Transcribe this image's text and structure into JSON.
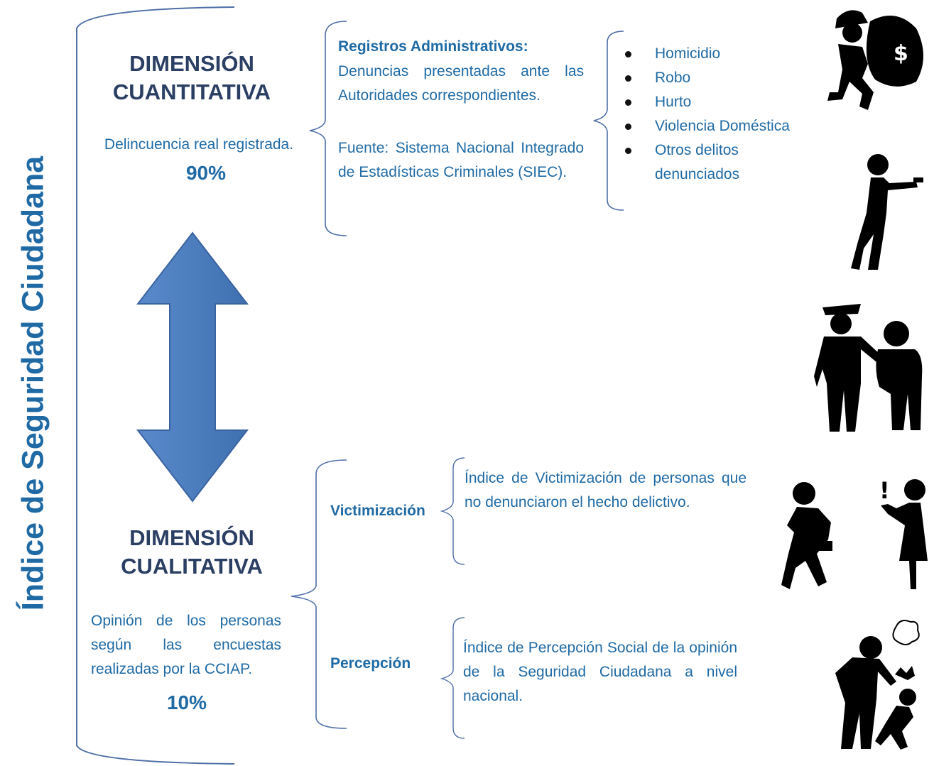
{
  "main_title": "Índice de Seguridad Ciudadana",
  "quantitative": {
    "title_line1": "DIMENSIÓN",
    "title_line2": "CUANTITATIVA",
    "description": "Delincuencia real registrada.",
    "percent": "90%",
    "registros_label": "Registros Administrativos:",
    "registros_text": "Denuncias presentadas ante las Autoridades correspondientes.",
    "fuente_text": "Fuente: Sistema Nacional Integrado de Estadísticas Criminales (SIEC).",
    "crimes": [
      "Homicidio",
      "Robo",
      "Hurto",
      "Violencia Doméstica",
      "Otros delitos denunciados"
    ]
  },
  "qualitative": {
    "title_line1": "DIMENSIÓN",
    "title_line2": "CUALITATIVA",
    "description": "Opinión de los personas según las encuestas realizadas por la CCIAP.",
    "percent": "10%",
    "victimizacion_label": "Victimización",
    "victimizacion_text": "Índice de Victimización de personas que no denunciaron el  hecho delictivo.",
    "percepcion_label": "Percepción",
    "percepcion_text": "Índice de Percepción Social de la opinión de la Seguridad Ciudadana a nivel nacional."
  },
  "icons": [
    "thief-with-money-bag-icon",
    "gunman-icon",
    "police-arrest-icon",
    "purse-snatching-icon",
    "assault-icon"
  ],
  "colors": {
    "title_blue": "#1f6aa5",
    "dark_navy": "#2a3f63",
    "arrow_blue": "#4f81bd",
    "bracket": "#4f6fa8",
    "icon": "#000000"
  }
}
